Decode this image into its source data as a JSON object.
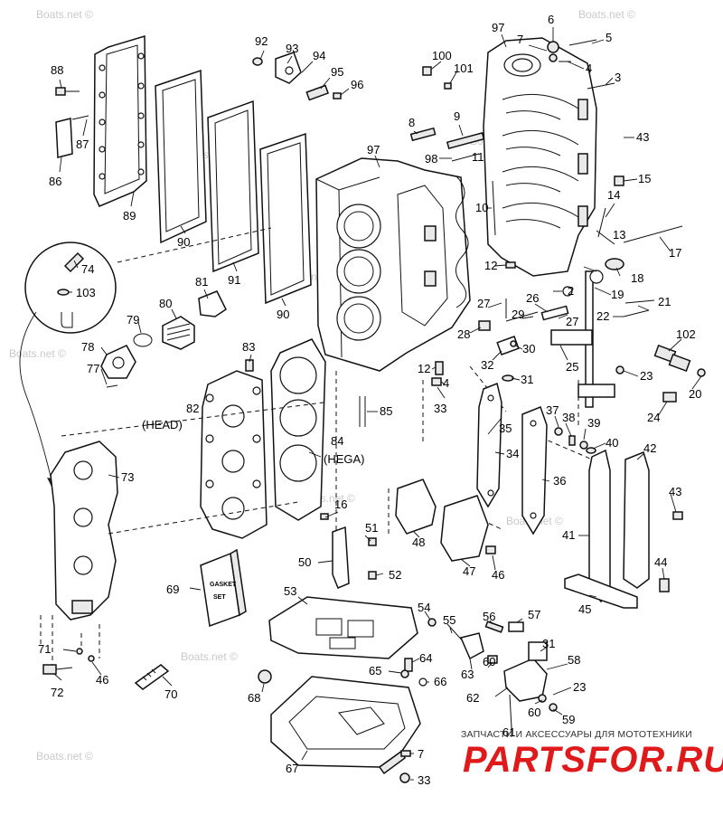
{
  "diagram": {
    "watermark": "Boats.net ©",
    "callouts": [
      "2",
      "3",
      "4",
      "4",
      "5",
      "6",
      "7",
      "7",
      "8",
      "9",
      "10",
      "11",
      "12",
      "12",
      "13",
      "14",
      "15",
      "16",
      "17",
      "18",
      "19",
      "20",
      "21",
      "22",
      "23",
      "23",
      "24",
      "25",
      "26",
      "27",
      "27",
      "28",
      "29",
      "30",
      "31",
      "31",
      "32",
      "33",
      "33",
      "34",
      "35",
      "36",
      "37",
      "38",
      "39",
      "40",
      "41",
      "42",
      "43",
      "43",
      "44",
      "45",
      "46",
      "46",
      "47",
      "48",
      "50",
      "51",
      "52",
      "53",
      "54",
      "55",
      "56",
      "57",
      "58",
      "59",
      "60",
      "60",
      "61",
      "62",
      "63",
      "64",
      "65",
      "66",
      "67",
      "68",
      "69",
      "70",
      "71",
      "72",
      "73",
      "74",
      "77",
      "78",
      "79",
      "80",
      "81",
      "82",
      "83",
      "84",
      "85",
      "86",
      "87",
      "88",
      "89",
      "90",
      "90",
      "91",
      "92",
      "93",
      "94",
      "95",
      "96",
      "97",
      "97",
      "98",
      "100",
      "101",
      "102",
      "103"
    ],
    "labels": {
      "head": "(HEAD)",
      "hega": "(HEGA)"
    },
    "kit_box_text": [
      "GASKET",
      "SET"
    ]
  },
  "footer": {
    "tagline": "ЗАПЧАСТИ И АКСЕССУАРЫ ДЛЯ МОТОТЕХНИКИ",
    "brand": "PARTSFOR.RU",
    "brand_color": "#e0191b"
  }
}
